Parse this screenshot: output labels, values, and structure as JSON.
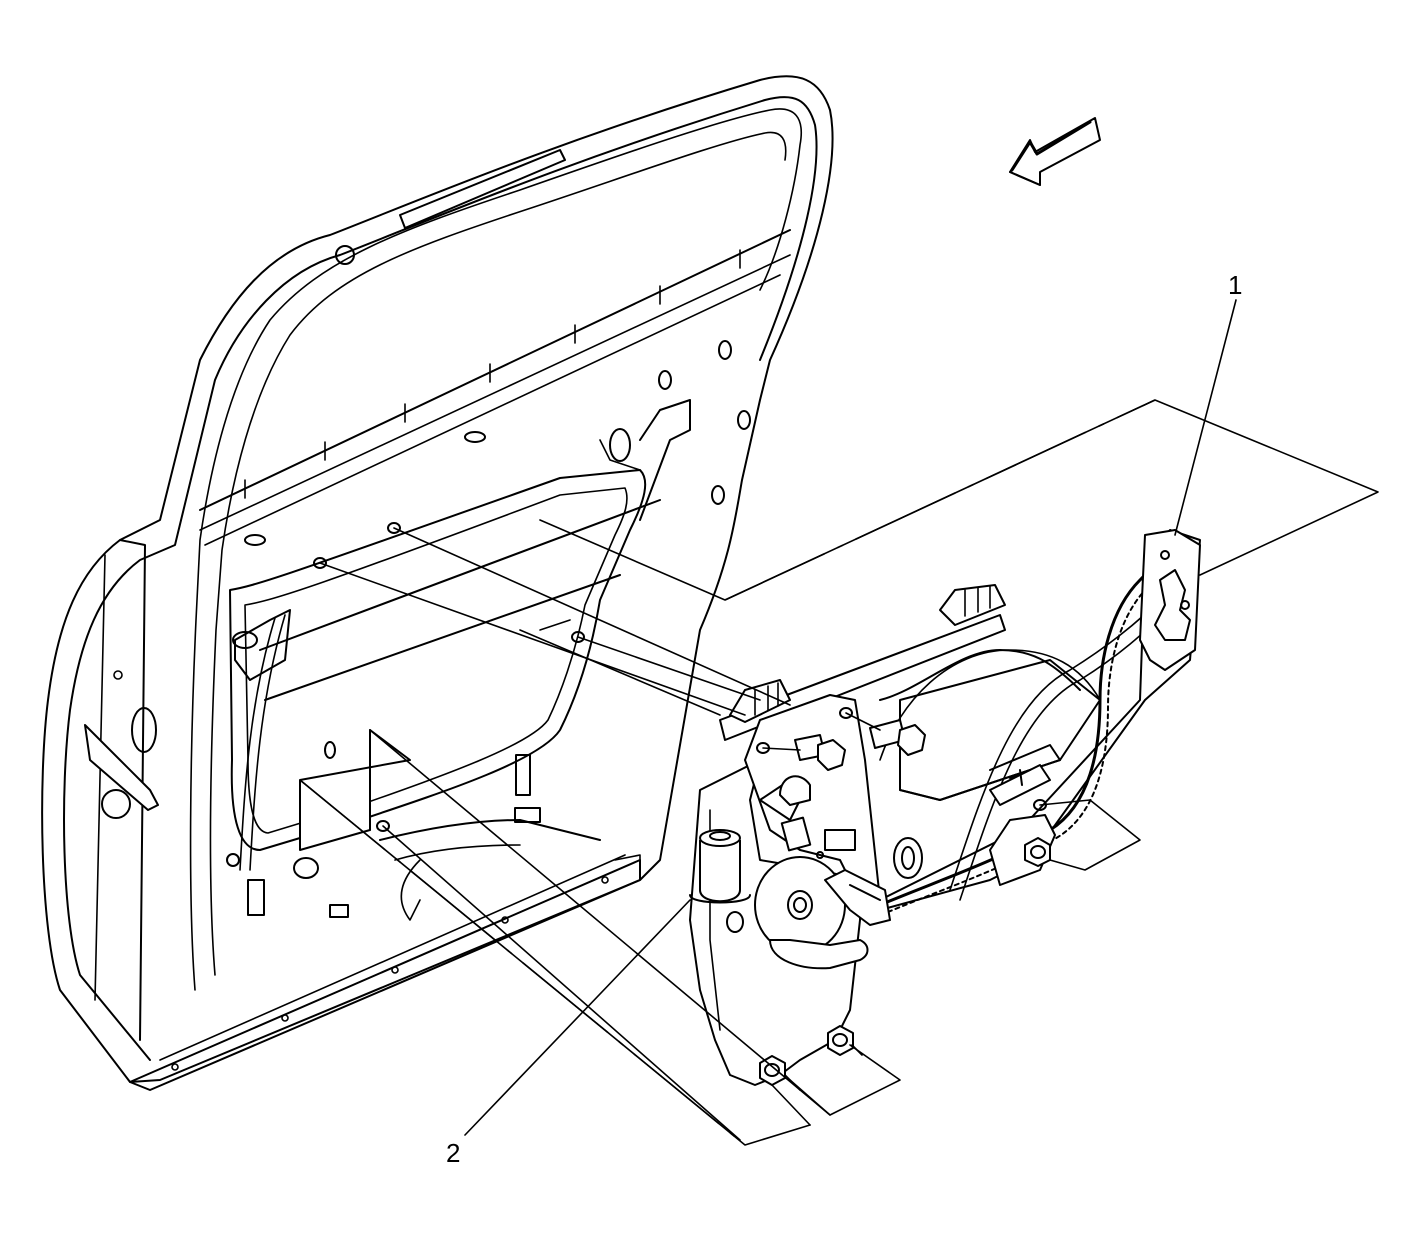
{
  "callouts": [
    {
      "id": "1",
      "label": "1"
    },
    {
      "id": "2",
      "label": "2"
    }
  ],
  "icons": {
    "direction_arrow": "arrow-pointing-forward-icon"
  }
}
